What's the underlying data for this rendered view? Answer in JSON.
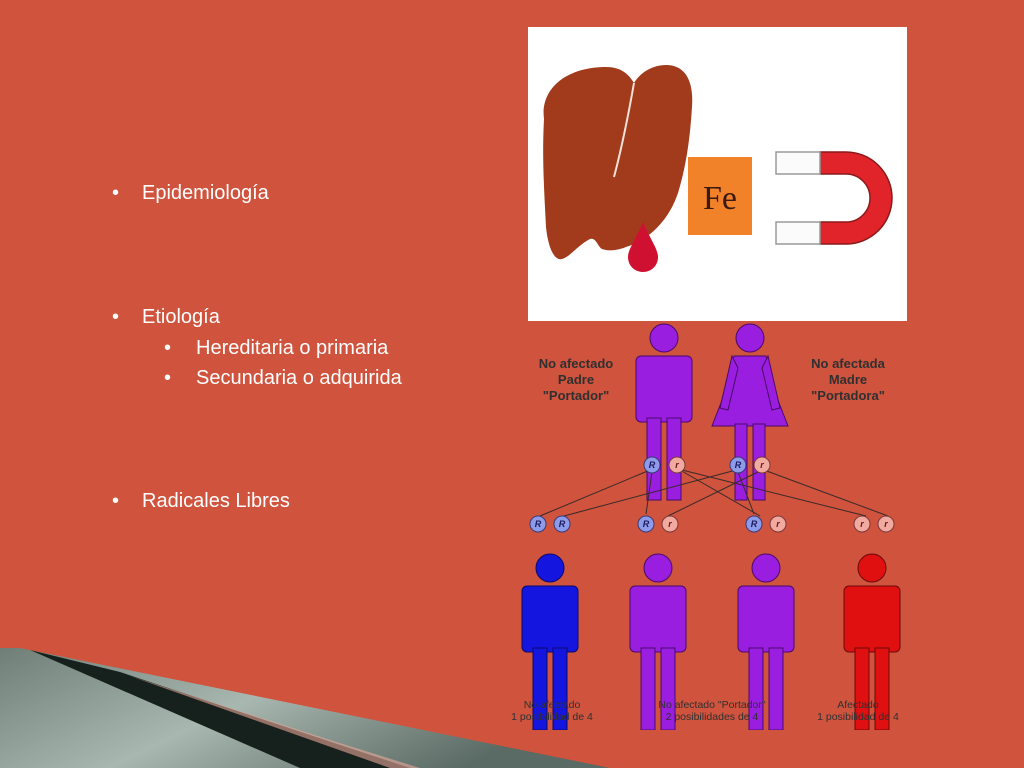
{
  "bullets": [
    {
      "text": "Epidemiología",
      "level": 1
    },
    {
      "text": "Etiología",
      "level": 1
    },
    {
      "text": "Hereditaria o primaria",
      "level": 2
    },
    {
      "text": "Secundaria o adquirida",
      "level": 2
    },
    {
      "text": "Radicales Libres",
      "level": 1
    }
  ],
  "bullet_symbol": "•",
  "figure": {
    "fe_label": "Fe"
  },
  "pedigree": {
    "father": [
      "No afectado",
      "Padre",
      "\"Portador\""
    ],
    "mother": [
      "No afectada",
      "Madre",
      "\"Portadora\""
    ],
    "allele_dominant": "R",
    "allele_recessive": "r",
    "children": [
      {
        "line1": "No afectado",
        "line2": "1 posibilidad de 4",
        "color": "#1515e0"
      },
      {
        "line1": "No afectado \"Portador\"",
        "line2": "2 posibilidades de 4",
        "color": "#9a1ee0"
      },
      {
        "line1": "",
        "line2": "",
        "color": "#9a1ee0"
      },
      {
        "line1": "Afectado",
        "line2": "1 posibilidad de 4",
        "color": "#e01010"
      }
    ]
  },
  "colors": {
    "background": "#cf533d",
    "carrier": "#9a1ee0",
    "dominant_allele": "#8e9be8",
    "recessive_allele": "#f2a9a0",
    "liver": "#a23a1c",
    "fe_box": "#f2822a",
    "magnet": "#e0242a"
  }
}
